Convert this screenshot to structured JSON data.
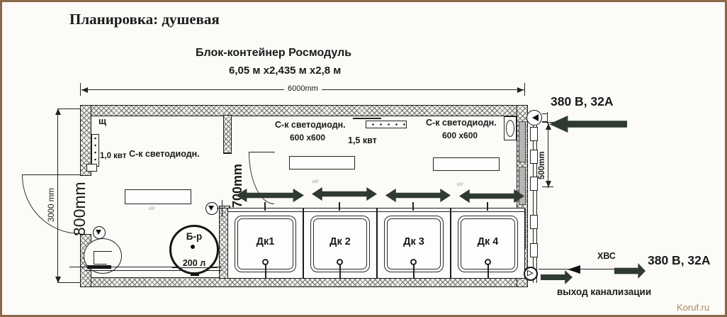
{
  "page": {
    "title": "Планировка:  душевая",
    "watermark": "Koruf.ru"
  },
  "container": {
    "name": "Блок-контейнер Росмодуль",
    "size": "6,05 м х2,435 м х2,8 м"
  },
  "dimensions": {
    "width": "6000mm",
    "depth": "3000 mm",
    "door_left": "800mm",
    "door_inner": "700mm",
    "right_offset": "500mm"
  },
  "power": {
    "top": "380 В, 32А",
    "bottom": "380 В, 32А"
  },
  "utilities": {
    "cold_water": "ХВС",
    "sewage_out": "выход канализации"
  },
  "equipment": {
    "panel_tag": "щ",
    "panel_power": "1,0 квт",
    "heater_power": "1,5 квт",
    "boiler": {
      "label": "Б-р",
      "volume": "200 л"
    },
    "lights": [
      {
        "label": "С-к светодиодн.",
        "size": ""
      },
      {
        "label": "С-к светодиодн.",
        "size": "600 х600"
      },
      {
        "label": "С-к светодиодн.",
        "size": "600 х600"
      }
    ],
    "cabins": [
      {
        "label": "Дк1"
      },
      {
        "label": "Дк 2"
      },
      {
        "label": "Дк 3"
      },
      {
        "label": "Дк 4"
      }
    ],
    "uv_marks": [
      "uv",
      "uv",
      "uv"
    ]
  },
  "colors": {
    "arrow": "#2f3a33",
    "line": "#1c1c1c",
    "frame": "#8a6746",
    "watermark": "#aa8a5e",
    "panel_gray": "#b5b5b5"
  }
}
